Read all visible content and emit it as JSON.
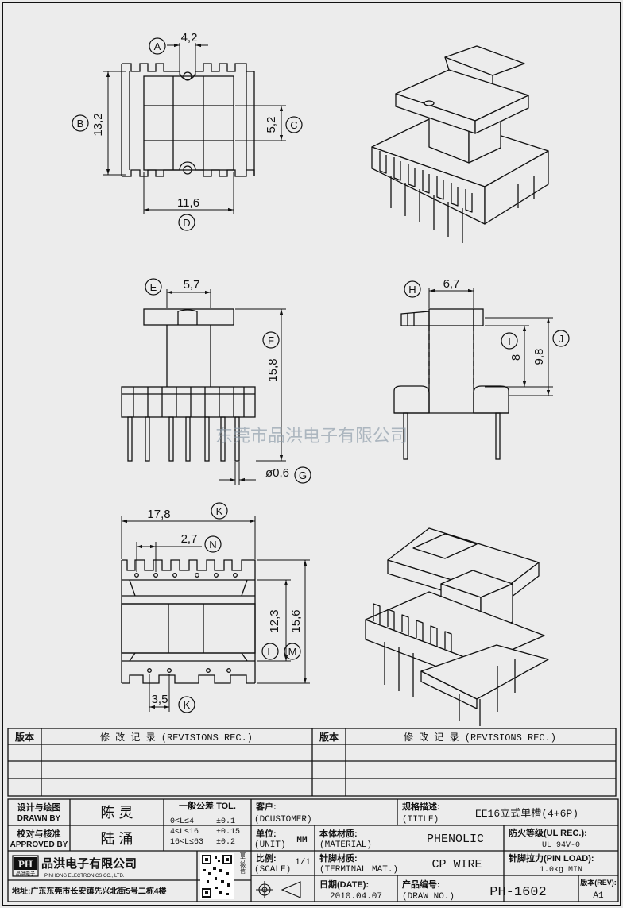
{
  "dimensions": {
    "A": "4,2",
    "B": "13,2",
    "C": "5,2",
    "D": "11,6",
    "E": "5,7",
    "F": "15,8",
    "G": "ø0,6",
    "H": "6,7",
    "I": "8",
    "J": "9,8",
    "K_top": "17,8",
    "N": "2,7",
    "L": "12,3",
    "M": "15,6",
    "K_bottom": "3,5"
  },
  "callouts": {
    "A": "A",
    "B": "B",
    "C": "C",
    "D": "D",
    "E": "E",
    "F": "F",
    "G": "G",
    "H": "H",
    "I": "I",
    "J": "J",
    "K": "K",
    "L": "L",
    "M": "M",
    "N": "N"
  },
  "watermark": "东莞市品洪电子有限公司",
  "revisions": {
    "version_header": "版本",
    "rec_header": "修 改 记 录 (REVISIONS REC.)"
  },
  "title_block": {
    "designer_label_cn": "设计与绘图",
    "designer_label_en": "DRAWN BY",
    "designer": "陈 灵",
    "approver_label_cn": "校对与核准",
    "approver_label_en": "APPROVED BY",
    "approver": "陆 涌",
    "tol_title": "一般公差 TOL.",
    "tol_rows": [
      {
        "range": "0<L≤4",
        "tol": "±0.1"
      },
      {
        "range": "4<L≤16",
        "tol": "±0.15"
      },
      {
        "range": "16<L≤63",
        "tol": "±0.2"
      }
    ],
    "customer_label_cn": "客户:",
    "customer_label_en": "(DCUSTOMER)",
    "unit_label_cn": "单位:",
    "unit_label_en": "(UNIT)",
    "unit": "MM",
    "material_label_cn": "本体材质:",
    "material_label_en": "(MATERIAL)",
    "material": "PHENOLIC",
    "scale_label_cn": "比例:",
    "scale_label_en": "(SCALE)",
    "scale": "1/1",
    "terminal_label_cn": "针脚材质:",
    "terminal_label_en": "(TERMINAL MAT.)",
    "terminal": "CP WIRE",
    "date_label_cn": "日期(DATE):",
    "date": "2010.04.07",
    "title_label_cn": "规格描述:",
    "title_label_en": "(TITLE)",
    "title": "EE16立式单槽(4+6P)",
    "fire_label": "防火等级(UL REC.):",
    "fire": "UL 94V-0",
    "pin_load_label": "针脚拉力(PIN LOAD):",
    "pin_load": "1.0kg MIN",
    "drawno_label_cn": "产品编号:",
    "drawno_label_en": "(DRAW NO.)",
    "drawno": "PH-1602",
    "rev_label_cn": "版本(REV):",
    "rev": "A1",
    "company_cn": "品洪电子有限公司",
    "company_en": "PINHONG ELECTRONICS CO., LTD.",
    "logo_text": "PH",
    "logo_sub": "品洪电子",
    "address": "地址:广东东莞市长安镇先兴北街5号二栋4楼",
    "qr_side": "官方微信"
  }
}
